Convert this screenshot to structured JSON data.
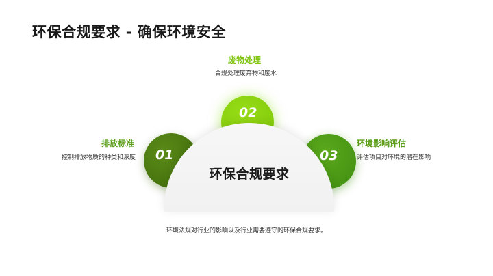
{
  "slide": {
    "title": "环保合规要求 - 确保环境安全",
    "center_label": "环保合规要求",
    "items": [
      {
        "number": "01",
        "heading": "排放标准",
        "description": "控制排放物质的种类和浓度",
        "color": "#4a7a10"
      },
      {
        "number": "02",
        "heading": "废物处理",
        "description": "合规处理废弃物和废水",
        "color": "#8ad312"
      },
      {
        "number": "03",
        "heading": "环境影响评估",
        "description": "评估项目对环境的潜在影响",
        "color": "#4b9a16"
      }
    ],
    "footer_text": "环境法规对行业的影响以及行业需要遵守的环保合规要求。"
  }
}
